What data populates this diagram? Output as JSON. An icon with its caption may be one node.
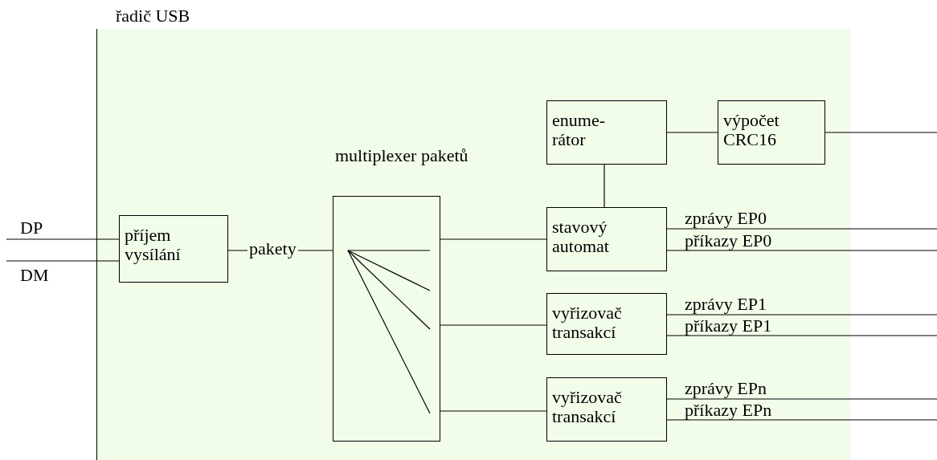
{
  "diagram": {
    "nodes": [
      {
        "text": [
          "řadič USB"
        ]
      },
      {
        "text": [
          "příjem vysílání"
        ],
        "in": 0
      },
      {
        "text": [
          "multiplexer paketů"
        ],
        "in": 0
      },
      {
        "text": [
          "enume-rátor"
        ],
        "in": 0
      },
      {
        "text": [
          "výpočet CRC16"
        ],
        "in": 0
      },
      {
        "text": [
          "stavový automat"
        ],
        "in": 0
      },
      {
        "text": [
          "vyřizovač transakcí"
        ],
        "in": 0
      },
      {
        "text": [
          "vyřizovač transakcí"
        ],
        "in": 0
      }
    ],
    "edges": [
      {
        "from": null,
        "to": 1,
        "arrow": "none",
        "label": "DP"
      },
      {
        "from": null,
        "to": 1,
        "arrow": "none",
        "label": "DM"
      },
      {
        "from": 1,
        "to": 2,
        "arrow": "none",
        "label": "pakety"
      },
      {
        "from": 2,
        "to": 5,
        "arrow": "none"
      },
      {
        "from": 2,
        "to": 6,
        "arrow": "none"
      },
      {
        "from": 2,
        "to": 7,
        "arrow": "none"
      },
      {
        "from": 3,
        "to": 4,
        "arrow": "none"
      },
      {
        "from": 3,
        "to": 5,
        "arrow": "none"
      },
      {
        "from": 4,
        "to": null,
        "arrow": "none"
      },
      {
        "from": 5,
        "to": null,
        "arrow": "none",
        "label": "zprávy EP0"
      },
      {
        "from": 5,
        "to": null,
        "arrow": "none",
        "label": "příkazy EP0"
      },
      {
        "from": 6,
        "to": null,
        "arrow": "none",
        "label": "zprávy EP1"
      },
      {
        "from": 6,
        "to": null,
        "arrow": "none",
        "label": "příkazy EP1"
      },
      {
        "from": 7,
        "to": null,
        "arrow": "none",
        "label": "zprávy EPn"
      },
      {
        "from": 7,
        "to": null,
        "arrow": "none",
        "label": "příkazy EPn"
      }
    ]
  }
}
